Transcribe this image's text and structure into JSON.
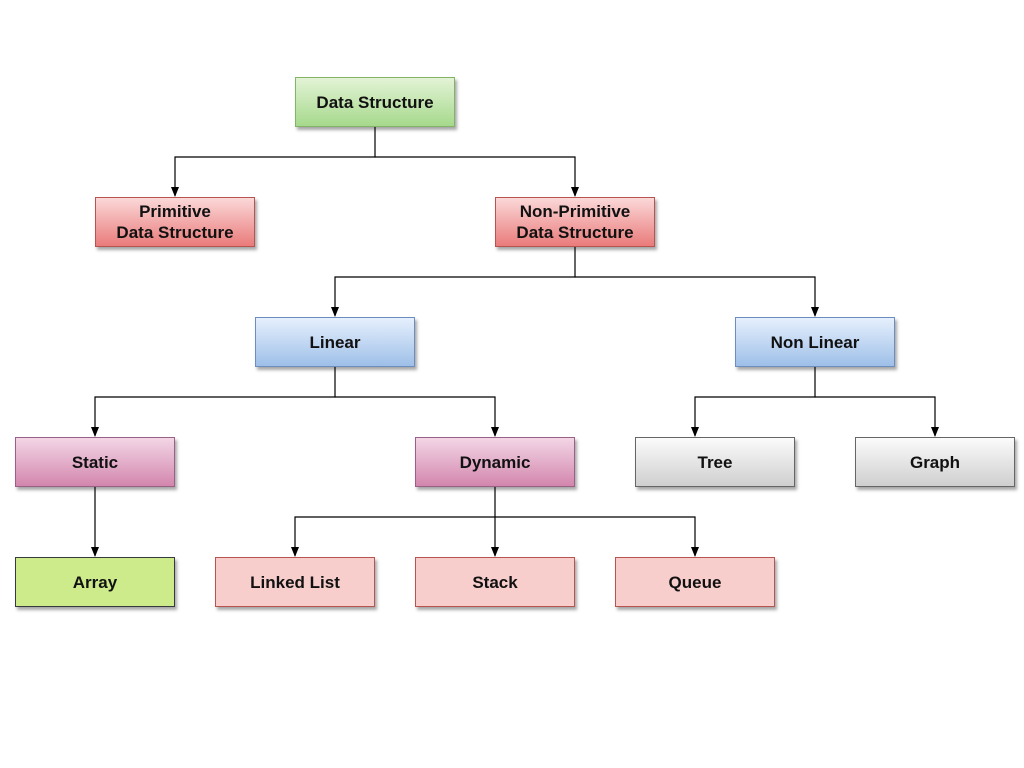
{
  "nodes": {
    "root": "Data Structure",
    "primitive": [
      "Primitive",
      "Data Structure"
    ],
    "non_primitive": [
      "Non-Primitive",
      "Data Structure"
    ],
    "linear": "Linear",
    "non_linear": "Non Linear",
    "static": "Static",
    "dynamic": "Dynamic",
    "tree": "Tree",
    "graph": "Graph",
    "array": "Array",
    "linked_list": "Linked List",
    "stack": "Stack",
    "queue": "Queue"
  },
  "colors": {
    "root": "#b9e0a5",
    "primitive_level": "#f19c99",
    "linear_level": "#bcd3f2",
    "static_dynamic": "#e6a9c8",
    "tree_graph": "#e6e6e6",
    "array": "#cdeb8b",
    "dynamic_children": "#f8cecc",
    "connector": "#000000"
  }
}
